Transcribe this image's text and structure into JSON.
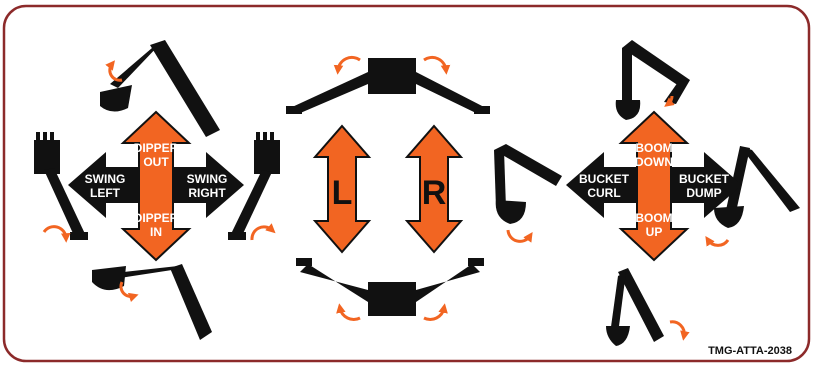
{
  "colors": {
    "frame": "#8c2a2a",
    "orange": "#f26522",
    "black": "#111111",
    "white": "#ffffff"
  },
  "left_pattern": {
    "dipper_out": [
      "DIPPER",
      "OUT"
    ],
    "dipper_in": [
      "DIPPER",
      "IN"
    ],
    "swing_left": [
      "SWING",
      "LEFT"
    ],
    "swing_right": [
      "SWING",
      "RIGHT"
    ]
  },
  "tracks": {
    "left": "L",
    "right": "R"
  },
  "right_pattern": {
    "boom_down": [
      "BOOM",
      "DOWN"
    ],
    "boom_up": [
      "BOOM",
      "UP"
    ],
    "bucket_curl": [
      "BUCKET",
      "CURL"
    ],
    "bucket_dump": [
      "BUCKET",
      "DUMP"
    ]
  },
  "part_number": "TMG-ATTA-2038",
  "icons": [
    "arm-icon",
    "bucket-icon",
    "rotate-arrow-icon",
    "track-frame-icon"
  ]
}
